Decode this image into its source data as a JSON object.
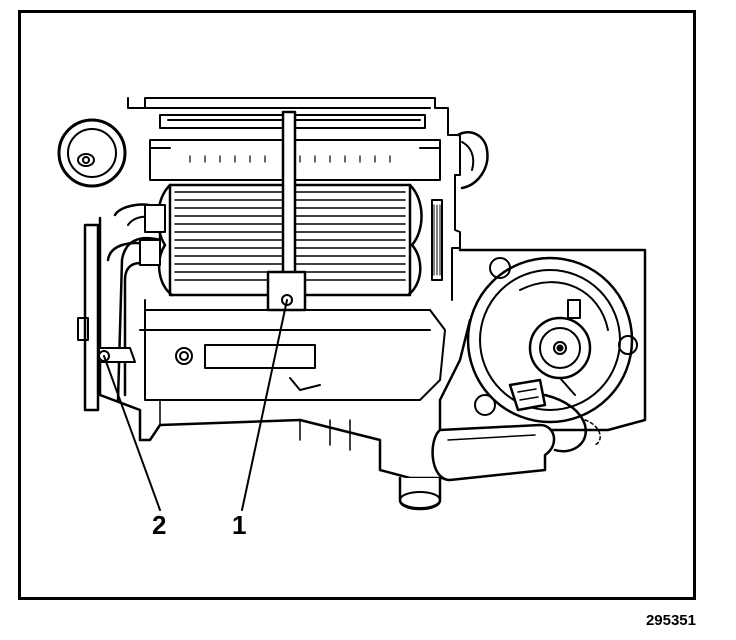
{
  "figure": {
    "id": "295351",
    "callouts": [
      {
        "label": "1"
      },
      {
        "label": "2"
      }
    ]
  },
  "colors": {
    "ink": "#000000",
    "paper": "#ffffff"
  }
}
